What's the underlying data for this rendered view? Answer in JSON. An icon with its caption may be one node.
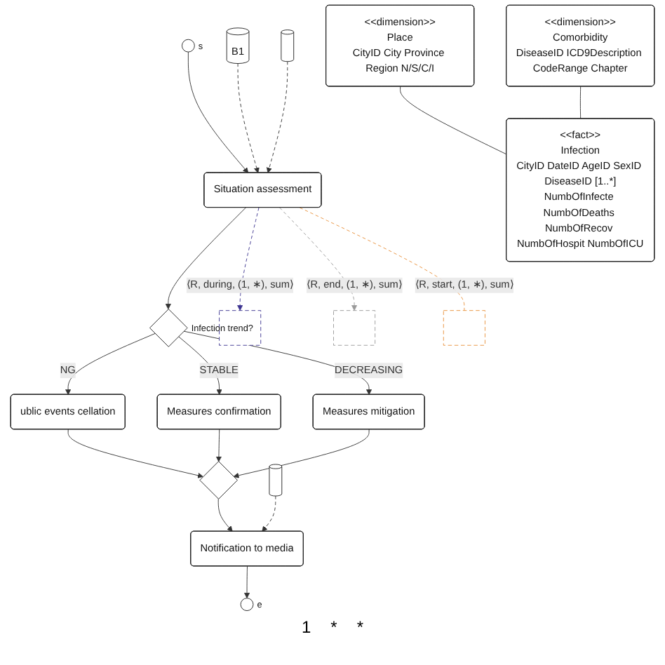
{
  "diagram": {
    "nodes": [
      {
        "text": [],
        "shape": "circle",
        "beside": [
          "s"
        ]
      },
      {
        "text": [
          "B1"
        ]
      },
      {
        "text": [],
        "shape": "cylinder"
      },
      {
        "text": [
          "Situation assessment"
        ]
      },
      {
        "text": [],
        "shape": "diamond",
        "beside": [
          "Infection trend?"
        ]
      },
      {
        "text": [
          "ublic events cellation"
        ]
      },
      {
        "text": [
          "Measures confirmation"
        ]
      },
      {
        "text": [
          "Measures mitigation"
        ]
      },
      {
        "text": [],
        "shape": "diamond"
      },
      {
        "text": [],
        "shape": "cylinder"
      },
      {
        "text": [
          "Notification to media"
        ]
      },
      {
        "text": [],
        "shape": "circle",
        "beside": [
          "e"
        ]
      },
      {
        "text": [],
        "shape": "box"
      },
      {
        "text": [],
        "shape": "box"
      },
      {
        "text": [],
        "shape": "box"
      },
      {
        "text": [
          "<<dimension>>",
          "Place",
          "CityID City Province Region N/S/C/I"
        ]
      },
      {
        "text": [
          "<<fact>>",
          "Infection",
          "CityID DateID AgeID SexID DiseaseID [1..*]",
          "NumbOfInfecte NumbOfDeaths NumbOfRecov NumbOfHospit NumbOfICU"
        ]
      },
      {
        "text": [
          "<<dimension>>",
          "Comorbidity",
          "DiseaseID ICD9Description CodeRange Chapter"
        ]
      }
    ],
    "edges": [
      {
        "from": 0,
        "to": 3,
        "arrow": "to"
      },
      {
        "from": 1,
        "to": 3,
        "arrow": "to",
        "style": "dashed"
      },
      {
        "from": 2,
        "to": 3,
        "arrow": "to",
        "style": "dashed"
      },
      {
        "from": 3,
        "to": 4,
        "arrow": "to"
      },
      {
        "from": 4,
        "to": 5,
        "arrow": "to",
        "label": "NG"
      },
      {
        "from": 4,
        "to": 6,
        "arrow": "to",
        "label": "STABLE"
      },
      {
        "from": 4,
        "to": 7,
        "arrow": "to",
        "label": "DECREASING"
      },
      {
        "from": 5,
        "to": 8,
        "arrow": "to"
      },
      {
        "from": 6,
        "to": 8,
        "arrow": "to"
      },
      {
        "from": 7,
        "to": 8,
        "arrow": "to"
      },
      {
        "from": 8,
        "to": 10,
        "arrow": "to"
      },
      {
        "from": 9,
        "to": 10,
        "arrow": "to",
        "style": "dashed"
      },
      {
        "from": 10,
        "to": 11,
        "arrow": "to"
      },
      {
        "from": 3,
        "to": 12,
        "arrow": "to",
        "style": "dashed",
        "color": "#3d3490",
        "label": "⟨R, during, (1, ∗), sum⟩"
      },
      {
        "from": 3,
        "to": 13,
        "arrow": "to",
        "style": "dashed",
        "color": "#9a9a9a",
        "label": "⟨R, end, (1, ∗), sum⟩"
      },
      {
        "from": 3,
        "to": 14,
        "arrow": "none",
        "style": "dashed",
        "color": "#e8903a",
        "label": "⟨R, start, (1, ∗), sum⟩"
      },
      {
        "from": 15,
        "to": 16,
        "arrow": "none"
      },
      {
        "from": 17,
        "to": 16,
        "arrow": "none"
      }
    ],
    "labels": [
      "1",
      "*",
      "*"
    ]
  }
}
